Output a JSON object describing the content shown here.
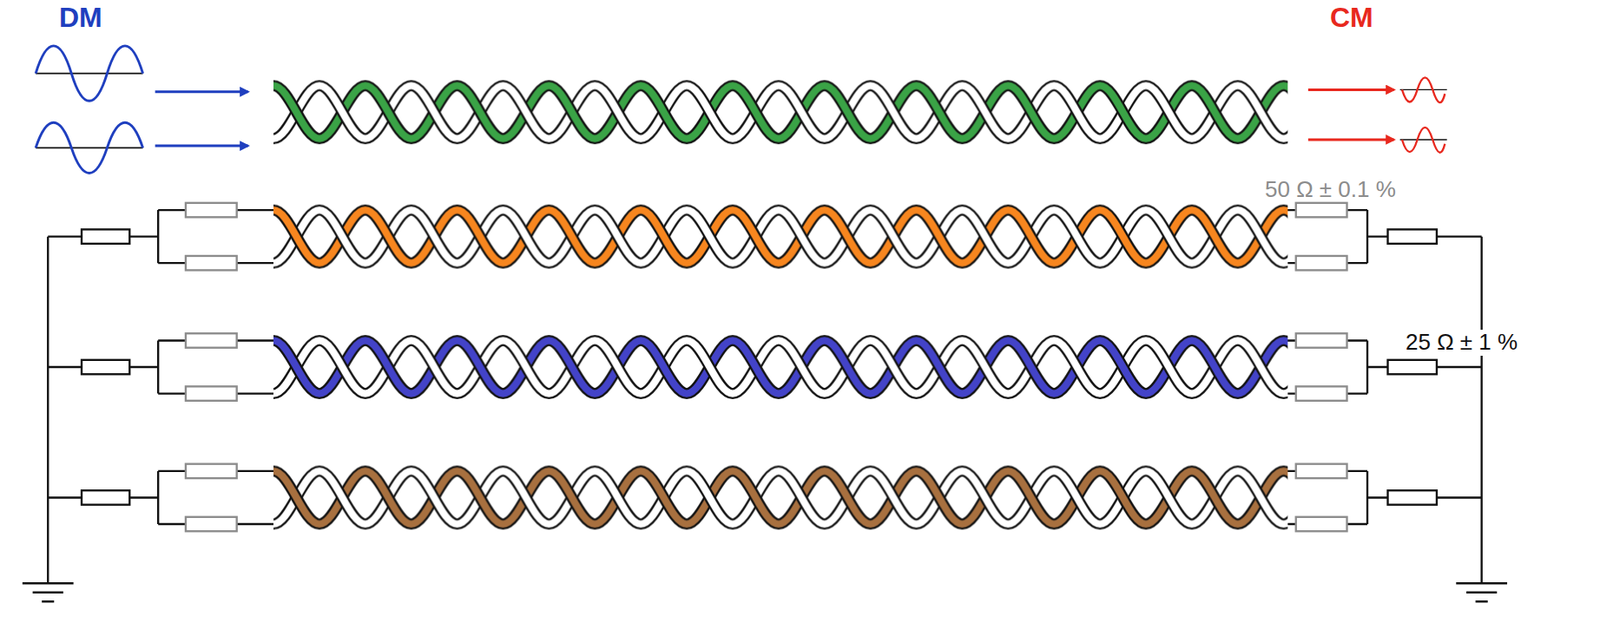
{
  "diagram": {
    "labels": [
      "DM",
      "CM",
      "50 Ω ± 0.1 %",
      "25 Ω ± 1 %"
    ]
  }
}
